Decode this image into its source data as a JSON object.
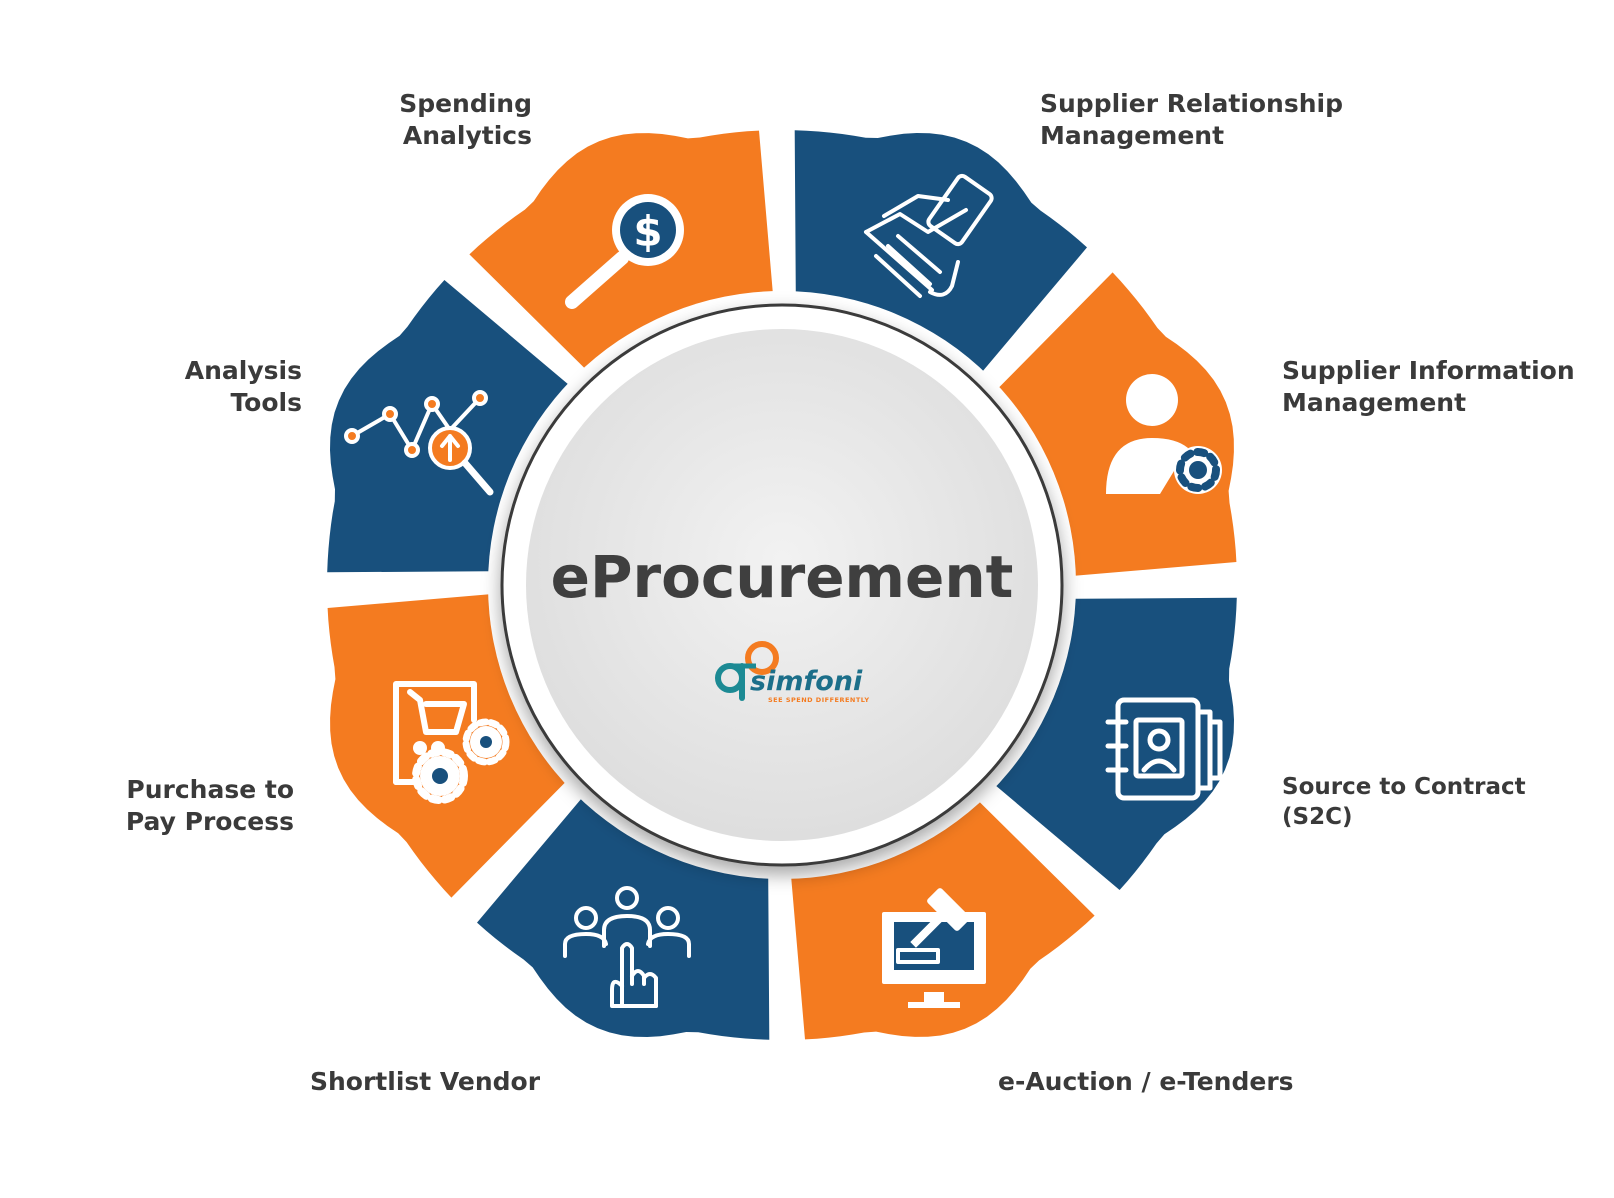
{
  "title": "eProcurement",
  "logo": {
    "name": "simfoni",
    "tagline": "SEE SPEND DIFFERENTLY"
  },
  "segments": [
    {
      "id": "spending-analytics",
      "lines": [
        "Spending",
        "Analytics"
      ],
      "color": "#18507d",
      "icon": "dollar-magnifier-icon"
    },
    {
      "id": "supplier-relationship-management",
      "lines": [
        "Supplier Relationship",
        "Management"
      ],
      "color": "#f47b20",
      "icon": "handshake-icon"
    },
    {
      "id": "supplier-information-management",
      "lines": [
        "Supplier Information",
        "Management"
      ],
      "color": "#18507d",
      "icon": "user-gear-icon"
    },
    {
      "id": "source-to-contract",
      "lines": [
        "Source to Contract",
        "(S2C)"
      ],
      "color": "#f47b20",
      "icon": "contact-book-icon"
    },
    {
      "id": "e-auction-e-tenders",
      "lines": [
        "e-Auction / e-Tenders"
      ],
      "color": "#18507d",
      "icon": "gavel-monitor-icon"
    },
    {
      "id": "shortlist-vendor",
      "lines": [
        "Shortlist Vendor"
      ],
      "color": "#f47b20",
      "icon": "people-select-icon"
    },
    {
      "id": "purchase-to-pay-process",
      "lines": [
        "Purchase to",
        "Pay Process"
      ],
      "color": "#18507d",
      "icon": "cart-gears-icon"
    },
    {
      "id": "analysis-tools",
      "lines": [
        "Analysis",
        "Tools"
      ],
      "color": "#f47b20",
      "icon": "chart-magnifier-icon"
    }
  ],
  "colors": {
    "blue": "#18507d",
    "orange": "#f47b20",
    "teal": "#1c8a94",
    "text": "#3a3a3a"
  }
}
